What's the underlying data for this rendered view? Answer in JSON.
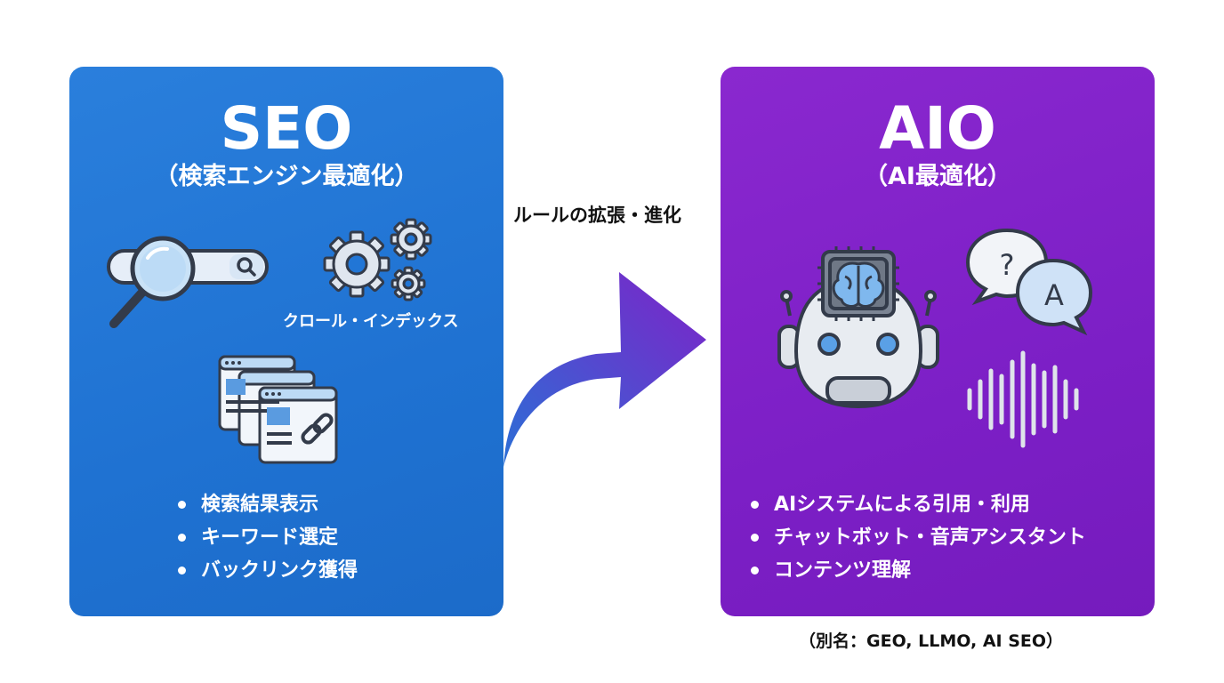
{
  "seo": {
    "title": "SEO",
    "subtitle": "（検索エンジン最適化）",
    "crawl_label": "クロール・インデックス",
    "bullets": [
      "検索結果表示",
      "キーワード選定",
      "バックリンク獲得"
    ]
  },
  "arrow": {
    "label": "ルールの拡張・進化"
  },
  "aio": {
    "title": "AIO",
    "subtitle": "（AI最適化）",
    "bullets": [
      "AIシステムによる引用・利用",
      "チャットボット・音声アシスタント",
      "コンテンツ理解"
    ],
    "alias": "（別名：GEO, LLMO, AI SEO）",
    "chat_bubble_q": "?",
    "chat_bubble_a": "A"
  },
  "colors": {
    "seo_panel": "#2176d6",
    "aio_panel": "#7e22c8",
    "arrow_start": "#2b6fd6",
    "arrow_end": "#7e22c8",
    "icon_fill": "#d8e8f8",
    "icon_stroke": "#333b4a"
  },
  "icons": [
    "magnifier-search-bar-icon",
    "gears-icon",
    "web-pages-link-icon",
    "ai-robot-brain-icon",
    "chat-bubbles-qa-icon",
    "sound-wave-icon"
  ]
}
